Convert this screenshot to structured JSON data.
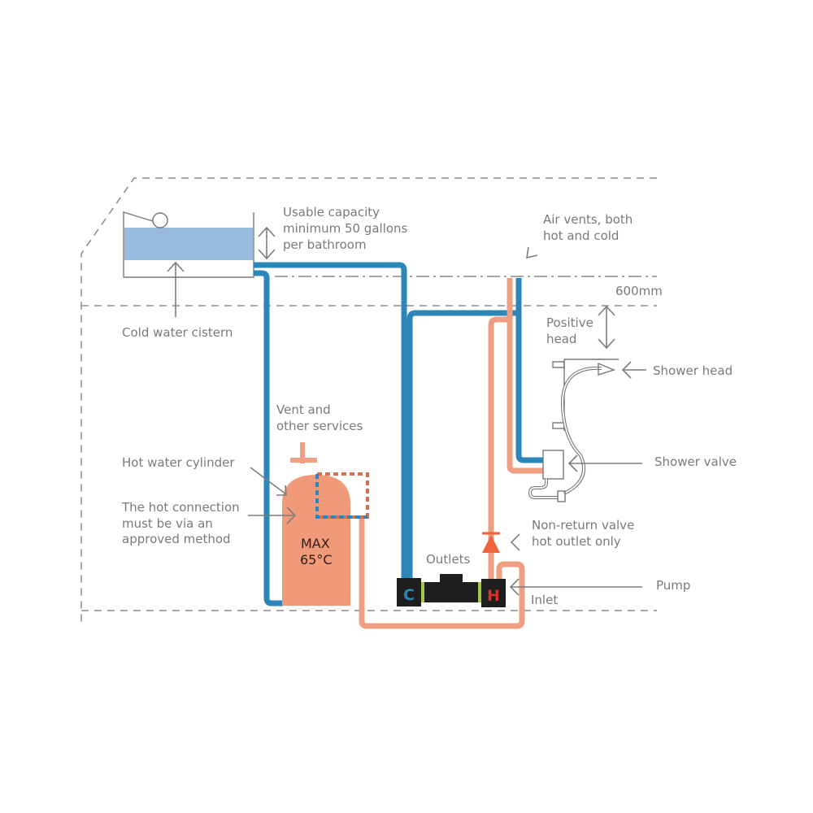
{
  "diagram": {
    "title": "Positive head shower pump installation",
    "colors": {
      "cold": "#2d86b8",
      "hot": "#ef9e82",
      "cylinder": "#f19a7a",
      "water": "#97b9dc",
      "valve": "#f0643c",
      "pump": "#1e1e1e",
      "pump_band": "#a6c84a",
      "label": "#7a7a7a"
    },
    "labels": {
      "capacity_line1": "Usable capacity",
      "capacity_line2": "minimum 50 gallons",
      "capacity_line3": "per bathroom",
      "cistern": "Cold water cistern",
      "air_vents_line1": "Air vents, both",
      "air_vents_line2": "hot and cold",
      "height_600": "600mm",
      "positive_head_line1": "Positive",
      "positive_head_line2": "head",
      "shower_head": "Shower head",
      "vent_line1": "Vent and",
      "vent_line2": "other services",
      "cylinder": "Hot water cylinder",
      "hot_connection_line1": "The hot connection",
      "hot_connection_line2": "must be via an",
      "hot_connection_line3": "approved method",
      "shower_valve": "Shower valve",
      "max_line1": "MAX",
      "max_line2": "65°C",
      "non_return_line1": "Non-return valve",
      "non_return_line2": "hot outlet only",
      "outlets": "Outlets",
      "pump": "Pump",
      "inlet": "Inlet",
      "pump_cold": "C",
      "pump_hot": "H"
    }
  }
}
